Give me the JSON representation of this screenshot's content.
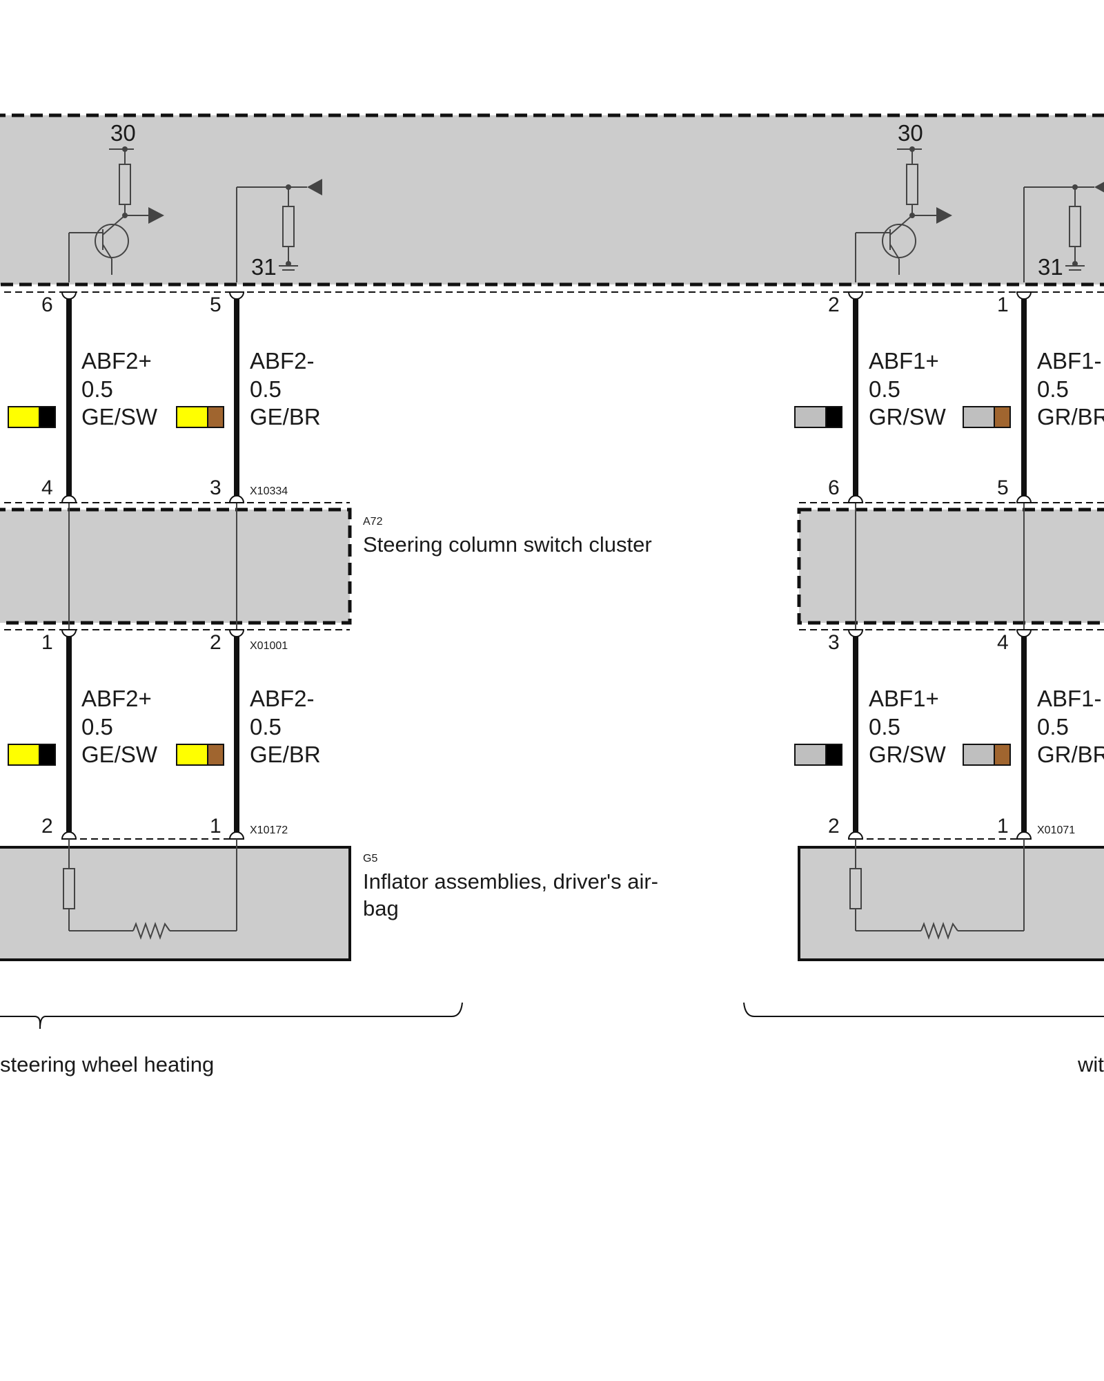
{
  "diagram": {
    "supply_30_left": "30",
    "supply_31_left": "31",
    "supply_30_right": "30",
    "supply_31_right": "31",
    "left": {
      "upper": {
        "pin_top_a": "6",
        "pin_top_b": "5",
        "pin_bot_a": "4",
        "pin_bot_b": "3",
        "connector": "X10334",
        "wire_a": {
          "signal": "ABF2+",
          "gauge": "0.5",
          "color": "GE/SW"
        },
        "wire_b": {
          "signal": "ABF2-",
          "gauge": "0.5",
          "color": "GE/BR"
        }
      },
      "middle_connector": "X01001",
      "lower": {
        "pin_top_a": "1",
        "pin_top_b": "2",
        "pin_bot_a": "2",
        "pin_bot_b": "1",
        "connector": "X10172",
        "wire_a": {
          "signal": "ABF2+",
          "gauge": "0.5",
          "color": "GE/SW"
        },
        "wire_b": {
          "signal": "ABF2-",
          "gauge": "0.5",
          "color": "GE/BR"
        }
      },
      "note": "steering wheel heating"
    },
    "right": {
      "upper": {
        "pin_top_a": "2",
        "pin_top_b": "1",
        "pin_bot_a": "6",
        "pin_bot_b": "5",
        "wire_a": {
          "signal": "ABF1+",
          "gauge": "0.5",
          "color": "GR/SW"
        },
        "wire_b": {
          "signal": "ABF1-",
          "gauge": "0.5",
          "color": "GR/BR"
        }
      },
      "lower": {
        "pin_top_a": "3",
        "pin_top_b": "4",
        "pin_bot_a": "2",
        "pin_bot_b": "1",
        "connector": "X01071",
        "wire_a": {
          "signal": "ABF1+",
          "gauge": "0.5",
          "color": "GR/SW"
        },
        "wire_b": {
          "signal": "ABF1-",
          "gauge": "0.5",
          "color": "GR/BR"
        }
      },
      "note": "wit"
    },
    "components": {
      "a72_code": "A72",
      "a72_name": "Steering column switch cluster",
      "g5_code": "G5",
      "g5_name_line1": "Inflator assemblies, driver's air-",
      "g5_name_line2": "bag"
    },
    "colors": {
      "box_fill": "#cccccc",
      "yellow": "#ffff00",
      "grey": "#bfbfbf",
      "black": "#000000",
      "brown": "#a0652f",
      "wire": "#111111"
    }
  }
}
